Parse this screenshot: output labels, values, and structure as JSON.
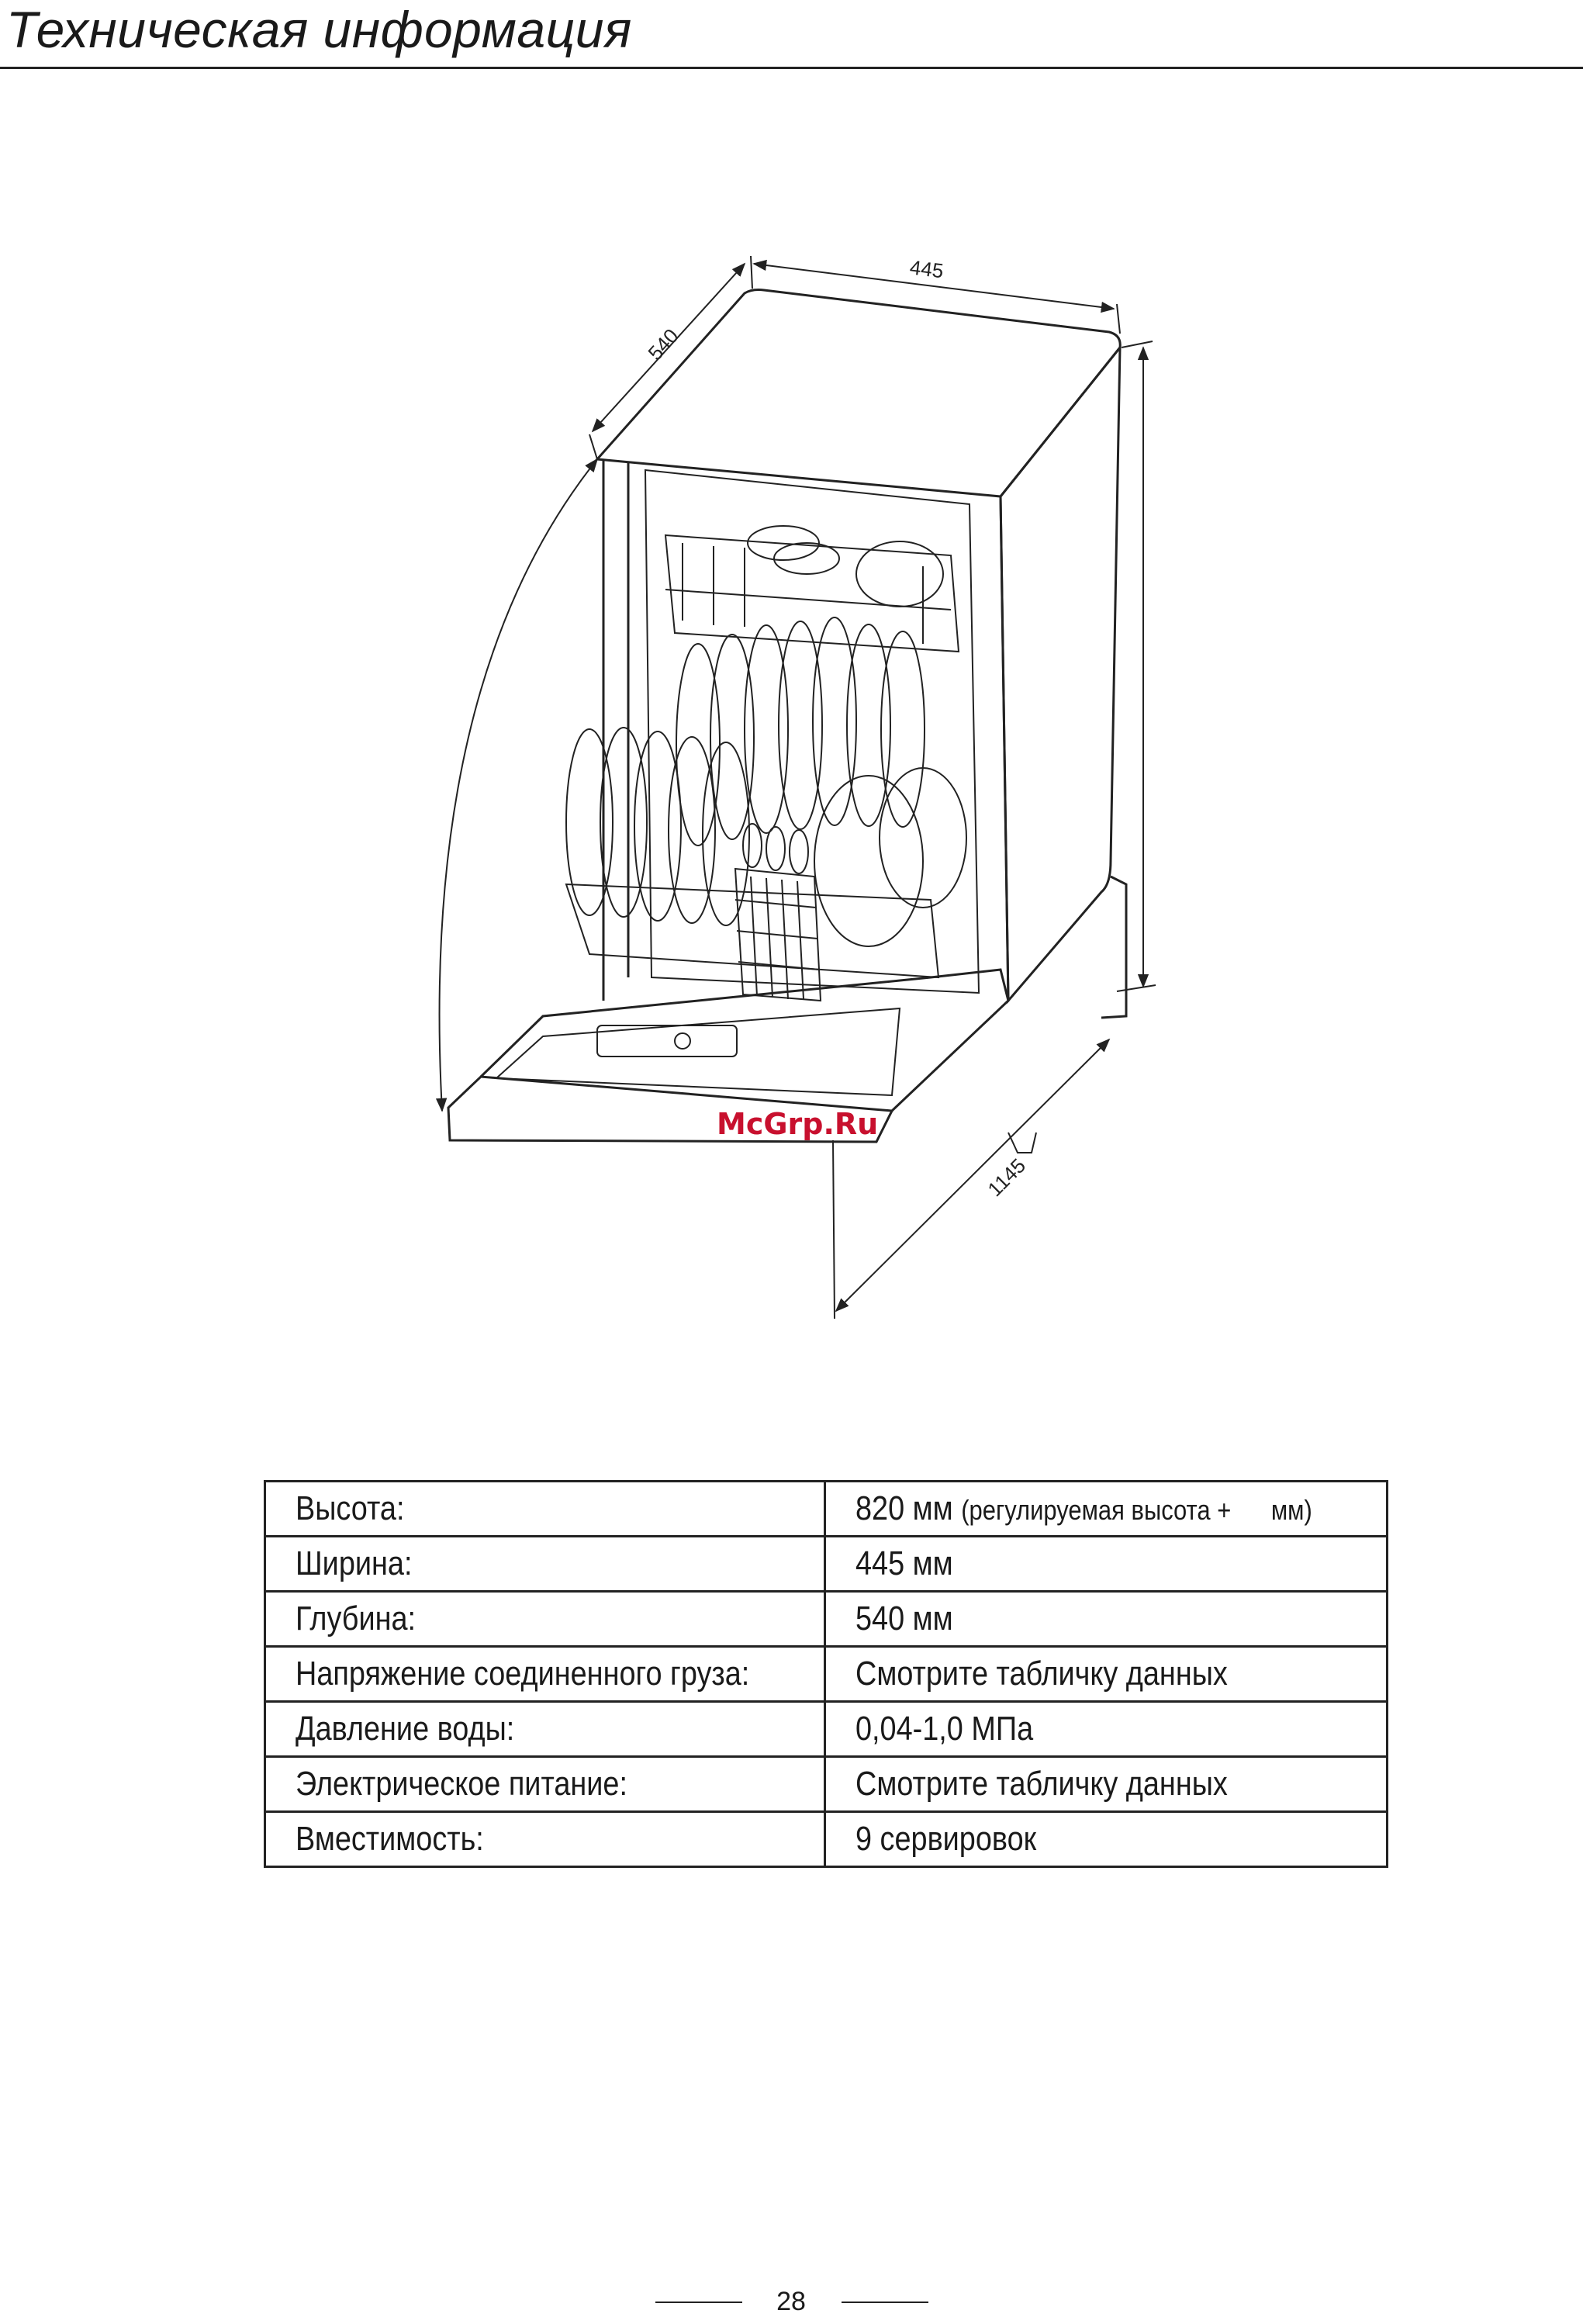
{
  "header": {
    "title": "Техническая информация"
  },
  "diagram": {
    "dimensions": {
      "width": "445",
      "depth": "540",
      "depth_open": "1145"
    },
    "watermark": "McGrp.Ru"
  },
  "specs": [
    {
      "label": "Высота:",
      "value": "820 мм",
      "note": "(регулируемая высота +      мм)"
    },
    {
      "label": "Ширина:",
      "value": "445 мм"
    },
    {
      "label": "Глубина:",
      "value": "540 мм"
    },
    {
      "label": "Напряжение соединенного груза:",
      "value": "Смотрите табличку данных"
    },
    {
      "label": "Давление воды:",
      "value": "0,04-1,0 МПа"
    },
    {
      "label": "Электрическое питание:",
      "value": "Смотрите табличку данных"
    },
    {
      "label": "Вместимость:",
      "value": "9 сервировок"
    }
  ],
  "footer": {
    "page_number": "28"
  }
}
